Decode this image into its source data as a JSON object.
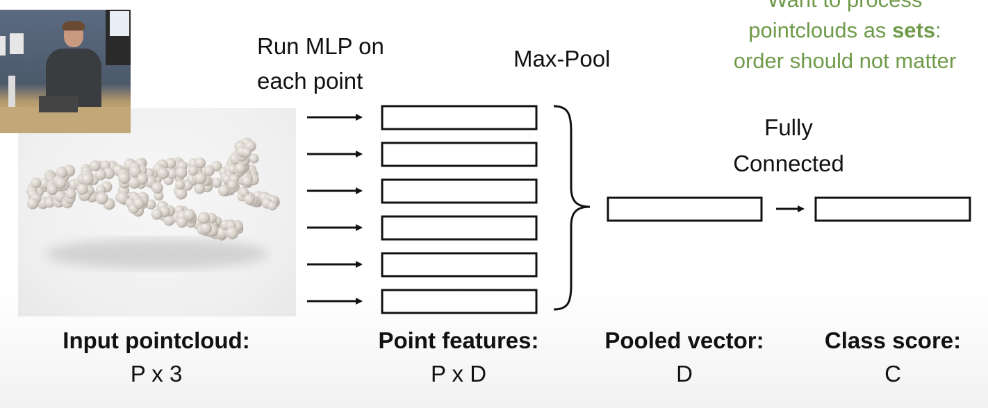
{
  "slide": {
    "note": {
      "line0": "Want to process",
      "line1_prefix": "pointclouds as ",
      "line1_bold": "sets",
      "line1_suffix": ":",
      "line2": "order should not matter",
      "color": "#6f9a4a"
    },
    "step_labels": {
      "mlp_line1": "Run MLP on",
      "mlp_line2": "each point",
      "maxpool": "Max-Pool",
      "fc_line1": "Fully",
      "fc_line2": "Connected"
    },
    "captions": [
      {
        "title": "Input pointcloud:",
        "shape": "P x 3"
      },
      {
        "title": "Point features:",
        "shape": "P x D"
      },
      {
        "title": "Pooled vector:",
        "shape": "D"
      },
      {
        "title": "Class score:",
        "shape": "C"
      }
    ],
    "point_feature_rows": 6,
    "images": {
      "webcam": "lecturer-webcam-video",
      "pointcloud": "airplane-pointcloud-render"
    }
  }
}
